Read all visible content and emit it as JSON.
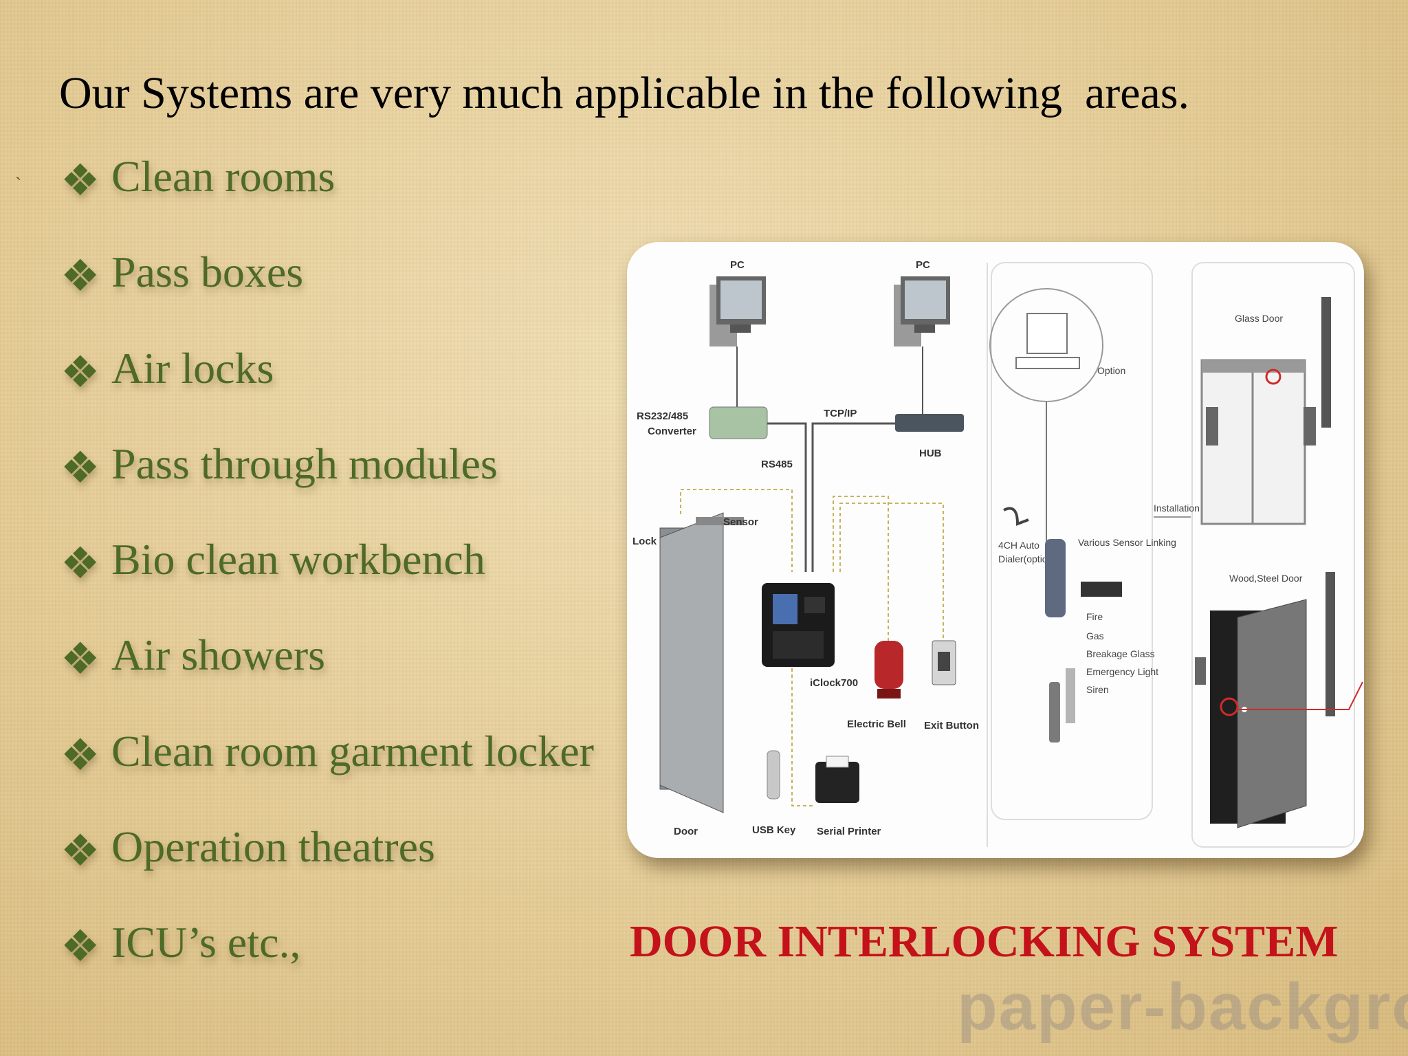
{
  "slide": {
    "heading": "Our Systems are very much applicable in the following  areas.",
    "bullet_symbol": "❖",
    "items": [
      "Clean rooms",
      "Pass boxes",
      "Air locks",
      "Pass through modules",
      "Bio clean workbench",
      "Air showers",
      "Clean room garment locker",
      "Operation theatres",
      "ICU’s etc.,"
    ],
    "caption": "DOOR INTERLOCKING SYSTEM",
    "caption_color": "#c4121a",
    "item_color": "#4d6a26",
    "watermark": "paper-backgro"
  },
  "diagram": {
    "pc_left": "PC",
    "pc_right": "PC",
    "converter_1": "RS232/485",
    "converter_2": "Converter",
    "tcpip": "TCP/IP",
    "hub": "HUB",
    "rs485": "RS485",
    "lock": "Lock",
    "sensor": "Sensor",
    "iclock": "iClock700",
    "electric_bell": "Electric Bell",
    "exit_button": "Exit Button",
    "door": "Door",
    "usb_key": "USB Key",
    "serial_printer": "Serial Printer",
    "option": "Option",
    "auto_dialer_1": "4CH Auto",
    "auto_dialer_2": "Dialer(option)",
    "sensor_linking": "Various Sensor Linking",
    "sensors": [
      "Fire",
      "Gas",
      "Breakage Glass",
      "Emergency Light",
      "Siren"
    ],
    "installation": "Installation",
    "glass_door": "Glass Door",
    "wood_steel_door": "Wood,Steel Door"
  }
}
